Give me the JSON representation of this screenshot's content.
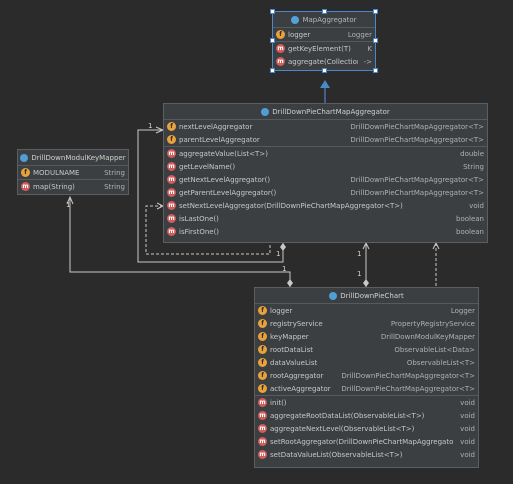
{
  "classes": {
    "map_aggregator": {
      "name": "MapAggregator",
      "fields": [
        {
          "name": "logger",
          "type": "Logger"
        }
      ],
      "methods": [
        {
          "name": "getKeyElement(T)",
          "type": "K"
        },
        {
          "name": "aggregate(Collection<T>)",
          "type": "->"
        }
      ]
    },
    "drill_down_pie_chart_map_aggregator": {
      "name": "DrillDownPieChartMapAggregator",
      "fields": [
        {
          "name": "nextLevelAggregator",
          "type": "DrillDownPieChartMapAggregator<T>"
        },
        {
          "name": "parentLevelAggregator",
          "type": "DrillDownPieChartMapAggregator<T>"
        }
      ],
      "methods": [
        {
          "name": "aggregateValue(List<T>)",
          "type": "double"
        },
        {
          "name": "getLevelName()",
          "type": "String"
        },
        {
          "name": "getNextLevelAggregator()",
          "type": "DrillDownPieChartMapAggregator<T>"
        },
        {
          "name": "getParentLevelAggregator()",
          "type": "DrillDownPieChartMapAggregator<T>"
        },
        {
          "name": "setNextLevelAggregator(DrillDownPieChartMapAggregator<T>)",
          "type": "void"
        },
        {
          "name": "isLastOne()",
          "type": "boolean"
        },
        {
          "name": "isFirstOne()",
          "type": "boolean"
        }
      ]
    },
    "drill_down_modul_key_mapper": {
      "name": "DrillDownModulKeyMapper",
      "fields": [
        {
          "name": "MODULNAME",
          "type": "String"
        }
      ],
      "methods": [
        {
          "name": "map(String)",
          "type": "String"
        }
      ]
    },
    "drill_down_pie_chart": {
      "name": "DrillDownPieChart",
      "fields": [
        {
          "name": "logger",
          "type": "Logger"
        },
        {
          "name": "registryService",
          "type": "PropertyRegistryService"
        },
        {
          "name": "keyMapper",
          "type": "DrillDownModulKeyMapper"
        },
        {
          "name": "rootDataList",
          "type": "ObservableList<Data>"
        },
        {
          "name": "dataValueList",
          "type": "ObservableList<T>"
        },
        {
          "name": "rootAggregator",
          "type": "DrillDownPieChartMapAggregator<T>"
        },
        {
          "name": "activeAggregator",
          "type": "DrillDownPieChartMapAggregator<T>"
        }
      ],
      "methods": [
        {
          "name": "init()",
          "type": "void"
        },
        {
          "name": "aggregateRootDataList(ObservableList<T>)",
          "type": "void"
        },
        {
          "name": "aggregateNextLevel(ObservableList<T>)",
          "type": "void"
        },
        {
          "name": "setRootAggregator(DrillDownPieChartMapAggregator<T>)",
          "type": "void"
        },
        {
          "name": "setDataValueList(ObservableList<T>)",
          "type": "void"
        }
      ]
    }
  },
  "multiplicities": {
    "self_ref_left": "1",
    "self_ref_bottom": "1",
    "key_mapper_assoc": "1",
    "pie_chart_left": "1",
    "root_aggregator_assoc": "1",
    "active_aggregator_assoc": "1"
  },
  "colors": {
    "background": "#2b2b2b",
    "panel": "#3c3f41",
    "selection": "#4a88c7",
    "field_icon": "#e8a23b",
    "method_icon": "#d05c5c",
    "class_icon": "#4f9ed6",
    "line": "#c8c8c8"
  }
}
